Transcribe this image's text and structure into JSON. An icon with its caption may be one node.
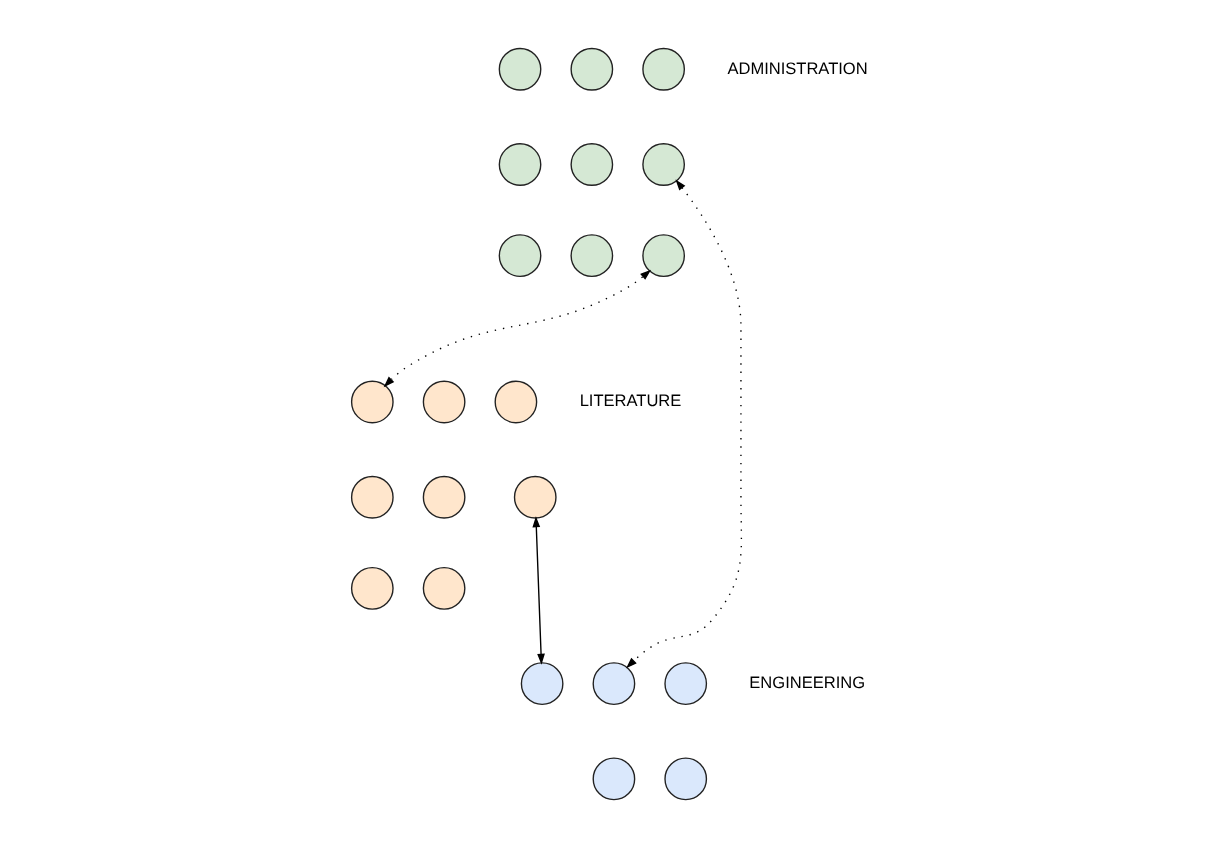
{
  "diagram": {
    "nodes": [
      {
        "text": [],
        "shape": "circle"
      },
      {
        "text": [],
        "shape": "circle"
      },
      {
        "text": [],
        "shape": "circle"
      },
      {
        "text": [],
        "shape": "circle"
      },
      {
        "text": [],
        "shape": "circle"
      },
      {
        "text": [],
        "shape": "circle"
      },
      {
        "text": [],
        "shape": "circle"
      },
      {
        "text": [],
        "shape": "circle"
      },
      {
        "text": [],
        "shape": "circle"
      },
      {
        "text": [],
        "shape": "circle"
      },
      {
        "text": [],
        "shape": "circle"
      },
      {
        "text": [],
        "shape": "circle"
      },
      {
        "text": [],
        "shape": "circle"
      },
      {
        "text": [],
        "shape": "circle"
      },
      {
        "text": [],
        "shape": "circle"
      },
      {
        "text": [],
        "shape": "circle"
      },
      {
        "text": [],
        "shape": "circle"
      },
      {
        "text": [],
        "shape": "circle"
      },
      {
        "text": [],
        "shape": "circle"
      },
      {
        "text": [],
        "shape": "circle"
      },
      {
        "text": [],
        "shape": "circle"
      },
      {
        "text": [],
        "shape": "circle"
      }
    ],
    "edges": [
      {
        "from": 8,
        "to": 10,
        "arrow": "both",
        "style": "dashed"
      },
      {
        "from": 5,
        "to": 18,
        "arrow": "both",
        "style": "dashed"
      },
      {
        "from": 14,
        "to": 19,
        "arrow": "both"
      }
    ],
    "labels": [
      "ADMINISTRATION",
      "ENGINEERING",
      "LITERATURE"
    ]
  }
}
